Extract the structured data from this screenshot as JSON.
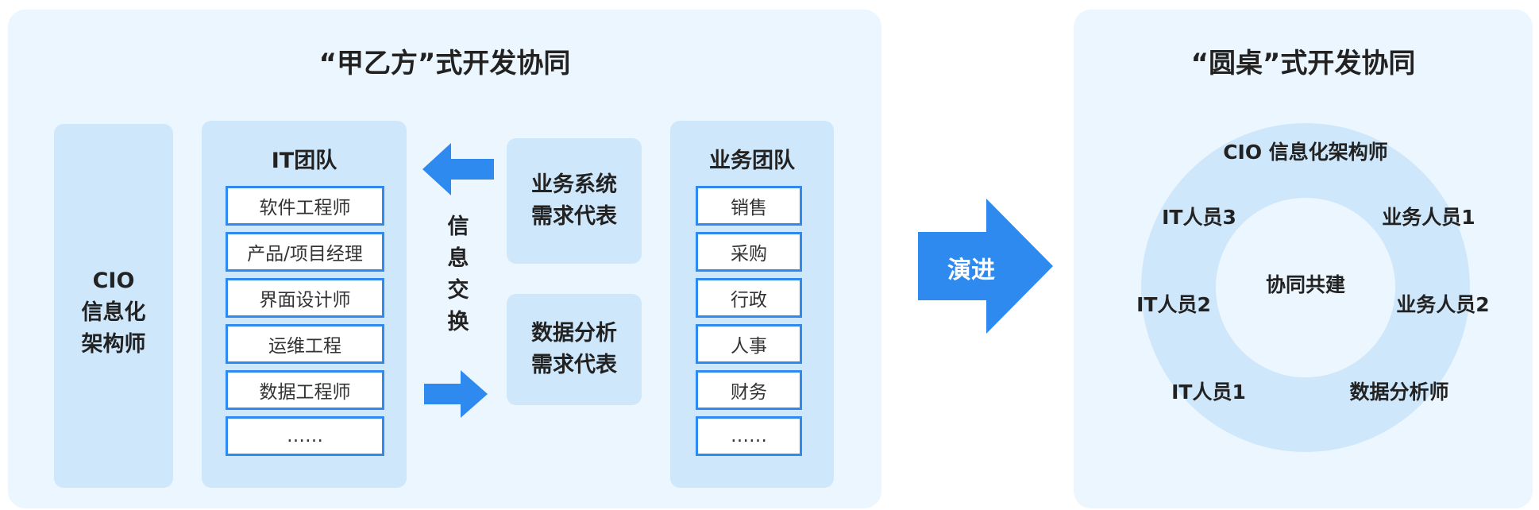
{
  "left_panel": {
    "title": "“甲乙方”式开发协同",
    "cio": {
      "lines": [
        "CIO",
        "信息化",
        "架构师"
      ]
    },
    "it_team": {
      "title": "IT团队",
      "roles": [
        "软件工程师",
        "产品/项目经理",
        "界面设计师",
        "运维工程",
        "数据工程师",
        "……"
      ]
    },
    "info_exchange": [
      "信",
      "息",
      "交",
      "换"
    ],
    "business_rep": {
      "lines": [
        "业务系统",
        "需求代表"
      ]
    },
    "data_rep": {
      "lines": [
        "数据分析",
        "需求代表"
      ]
    },
    "business_team": {
      "title": "业务团队",
      "roles": [
        "销售",
        "采购",
        "行政",
        "人事",
        "财务",
        "……"
      ]
    }
  },
  "evolve": {
    "label": "演进"
  },
  "right_panel": {
    "title": "“圆桌”式开发协同",
    "center": "协同共建",
    "ring_labels": {
      "top": "CIO 信息化架构师",
      "it3": "IT人员3",
      "biz1": "业务人员1",
      "it2": "IT人员2",
      "biz2": "业务人员2",
      "it1": "IT人员1",
      "analyst": "数据分析师"
    }
  },
  "colors": {
    "panel_bg": "#ecf6fe",
    "box_bg": "#cfe7fb",
    "accent": "#2f8af0",
    "ring": "#cfe7fb"
  }
}
